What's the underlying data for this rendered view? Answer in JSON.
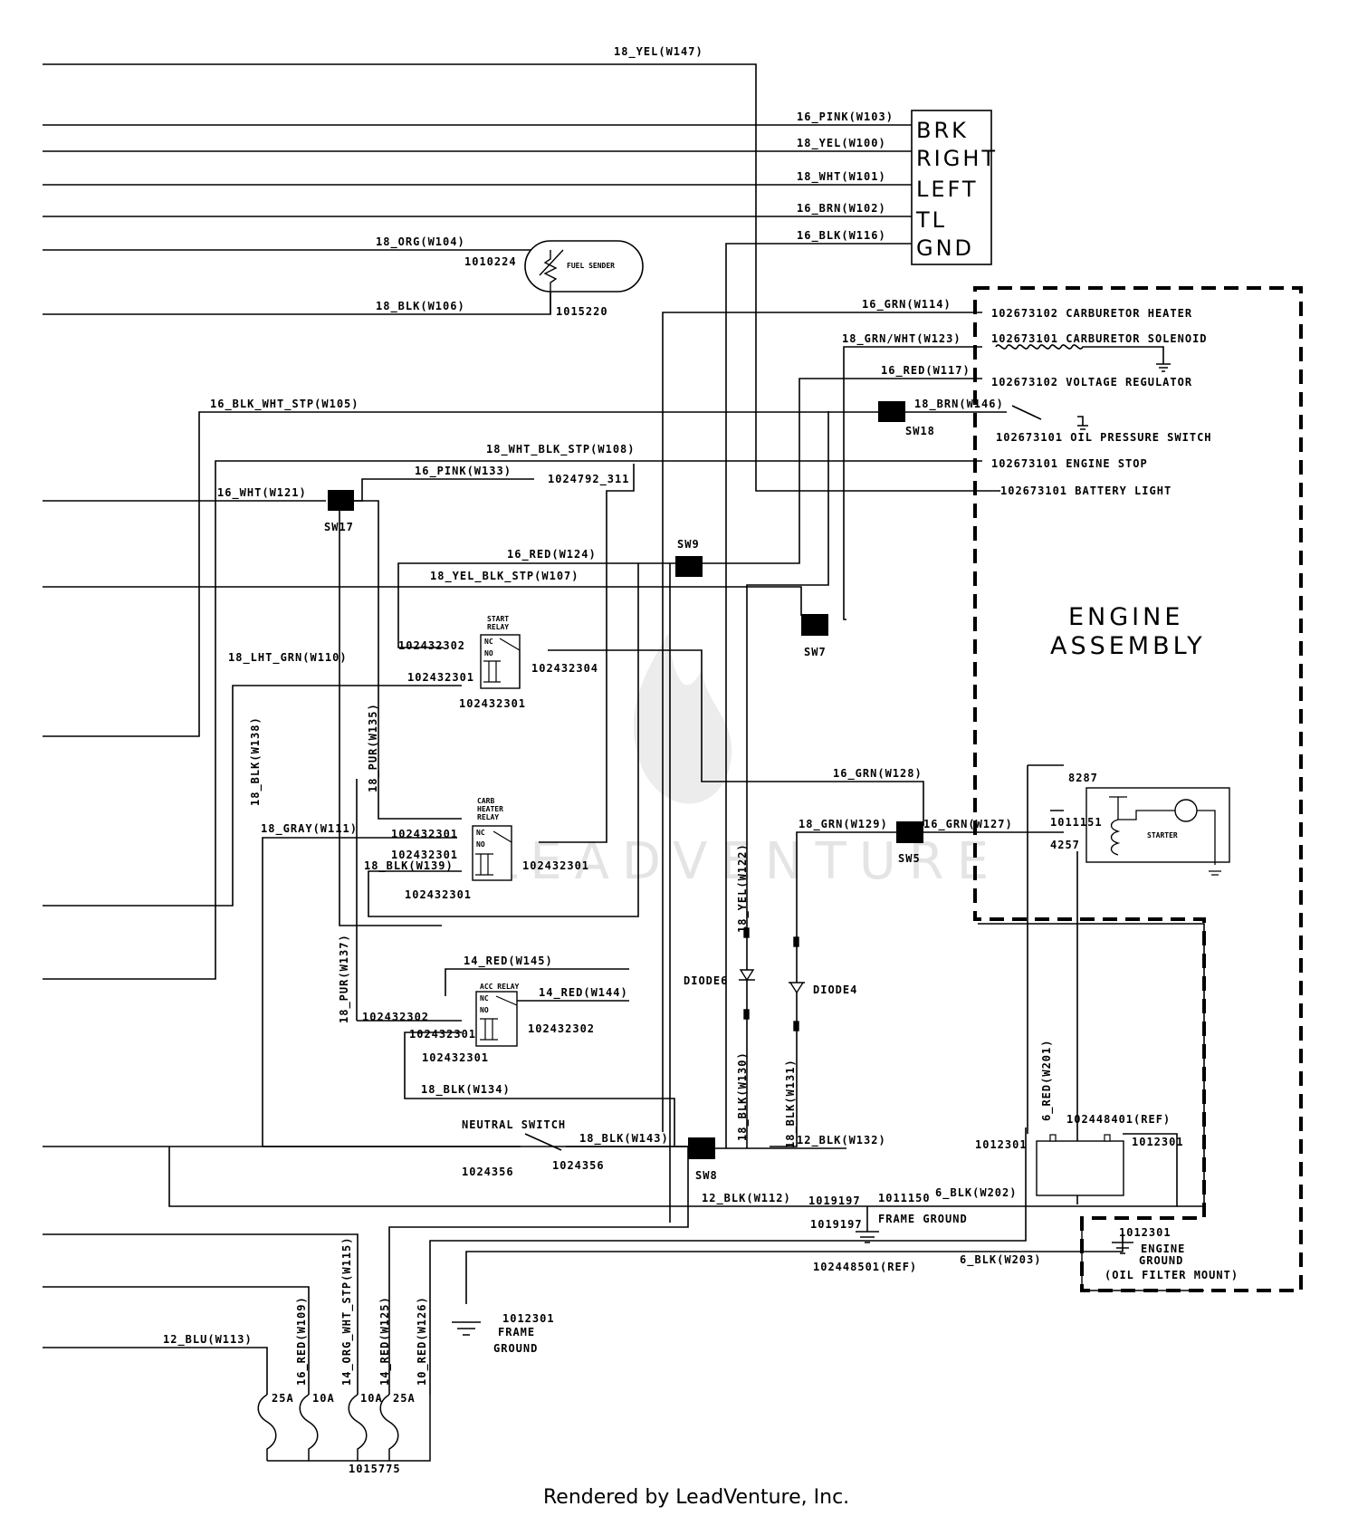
{
  "footer": "Rendered by LeadVenture, Inc.",
  "watermark": "LEADVENTURE",
  "assembly_title": [
    "ENGINE",
    "ASSEMBLY"
  ],
  "terminal_block": [
    "BRK",
    "RIGHT",
    "LEFT",
    "TL",
    "GND"
  ],
  "engine_items": [
    "102673102 CARBURETOR HEATER",
    "102673101 CARBURETOR SOLENOID",
    "102673102 VOLTAGE REGULATOR",
    "102673101 OIL PRESSURE SWITCH",
    "102673101  ENGINE STOP",
    "102673101  BATTERY LIGHT"
  ],
  "wires": {
    "w147": "18_YEL(W147)",
    "w103": "16_PINK(W103)",
    "w100": "18_YEL(W100)",
    "w101": "18_WHT(W101)",
    "w102": "16_BRN(W102)",
    "w116": "16_BLK(W116)",
    "w104": "18_ORG(W104)",
    "w106": "18_BLK(W106)",
    "w114": "16_GRN(W114)",
    "w123": "18_GRN/WHT(W123)",
    "w117": "16_RED(W117)",
    "w146": "18_BRN(W146)",
    "w105": "16_BLK_WHT_STP(W105)",
    "w108": "18_WHT_BLK_STP(W108)",
    "w133": "16_PINK(W133)",
    "w121": "16_WHT(W121)",
    "w124": "16_RED(W124)",
    "w107": "18_YEL_BLK_STP(W107)",
    "w110": "18_LHT_GRN(W110)",
    "w138": "18_BLK(W138)",
    "w135": "18_PUR(W135)",
    "w128": "16_GRN(W128)",
    "w129": "18_GRN(W129)",
    "w127": "16_GRN(W127)",
    "w111": "18_GRAY(W111)",
    "w139": "18_BLK(W139)",
    "w122": "18_YEL(W122)",
    "w137": "18_PUR(W137)",
    "w145": "14_RED(W145)",
    "w144": "14_RED(W144)",
    "w134": "18_BLK(W134)",
    "w130": "18_BLK(W130)",
    "w131": "18_BLK(W131)",
    "w201": "6_RED(W201)",
    "w143": "18_BLK(W143)",
    "w132": "12_BLK(W132)",
    "w112": "12_BLK(W112)",
    "w202": "6_BLK(W202)",
    "w203": "6_BLK(W203)",
    "w115": "14_ORG_WHT_STP(W115)",
    "w109": "16_RED(W109)",
    "w125": "14_RED(W125)",
    "w126": "10_RED(W126)",
    "w113": "12_BLU(W113)"
  },
  "parts": {
    "p1010224": "1010224",
    "p1015220": "1015220",
    "p1024792": "1024792_311",
    "p102432302": "102432302",
    "p102432304": "102432304",
    "p102432301": "102432301",
    "p1024356": "1024356",
    "p1019197": "1019197",
    "p1011150": "1011150",
    "p1012301": "1012301",
    "p102448401": "102448401(REF)",
    "p102448501": "102448501(REF)",
    "p8287": "8287",
    "p1011151": "1011151",
    "p4257": "4257",
    "p1015775": "1015775"
  },
  "labels": {
    "fuel_sender": "FUEL SENDER",
    "start_relay": [
      "START",
      "RELAY"
    ],
    "carb_relay": [
      "CARB",
      "HEATER",
      "RELAY"
    ],
    "acc_relay": "ACC RELAY",
    "nc": "NC",
    "no": "NO",
    "starter": "STARTER",
    "neutral_switch": "NEUTRAL SWITCH",
    "diode6": "DIODE6",
    "diode4": "DIODE4",
    "frame_ground": "FRAME GROUND",
    "frame_ground_2": [
      "FRAME",
      "GROUND"
    ],
    "engine_ground": [
      "ENGINE",
      "GROUND",
      "(OIL FILTER MOUNT)"
    ],
    "sw17": "SW17",
    "sw18": "SW18",
    "sw9": "SW9",
    "sw7": "SW7",
    "sw5": "SW5",
    "sw8": "SW8",
    "fuses": [
      "25A",
      "10A",
      "10A",
      "25A"
    ]
  }
}
